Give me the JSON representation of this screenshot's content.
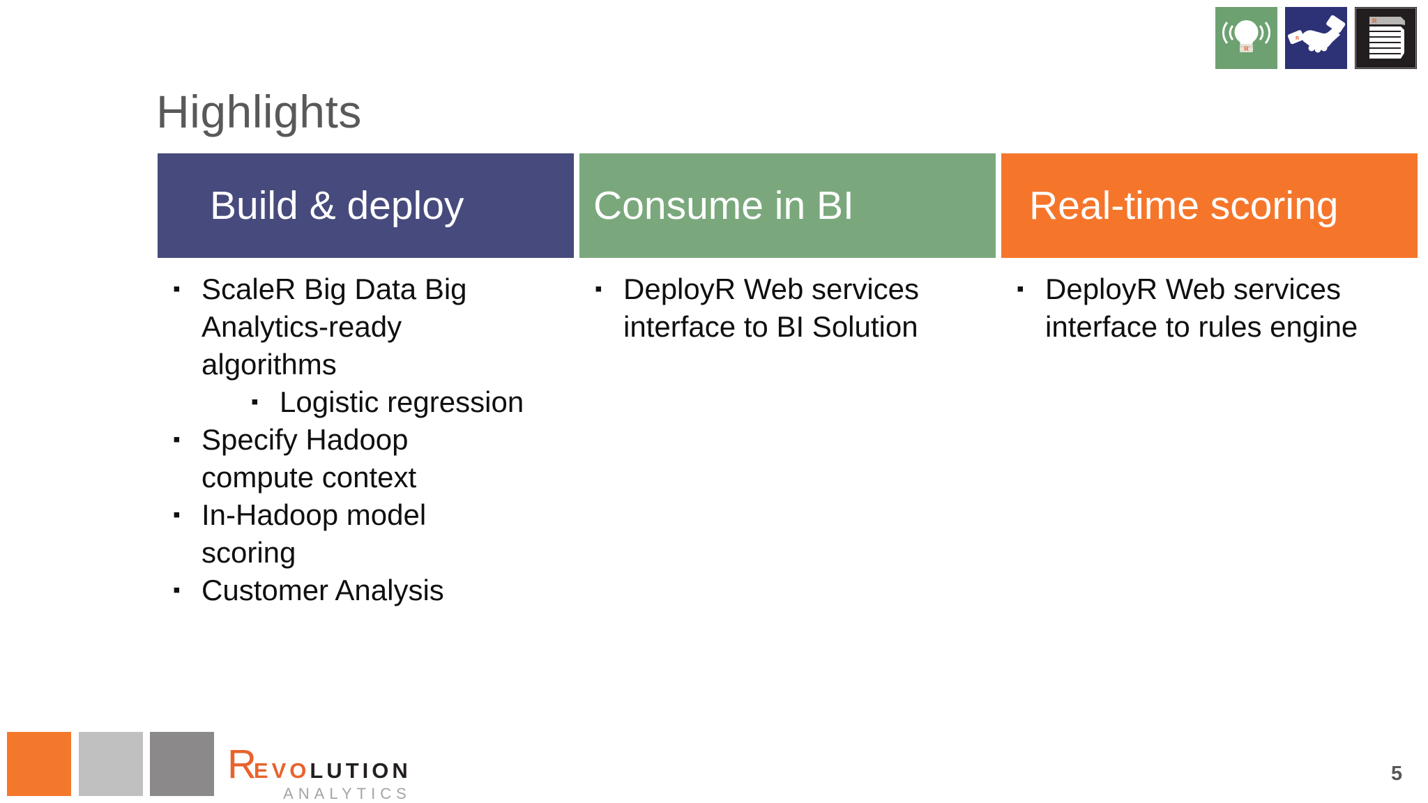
{
  "slide": {
    "title": "Highlights",
    "page_number": "5"
  },
  "bullet_char": "▪",
  "columns": [
    {
      "header": "Build & deploy",
      "color": "#474a7c",
      "items": [
        {
          "level": 1,
          "text": "ScaleR Big Data Big\nAnalytics-ready\nalgorithms"
        },
        {
          "level": 2,
          "text": "Logistic regression"
        },
        {
          "level": 1,
          "text": "Specify Hadoop\ncompute context"
        },
        {
          "level": 1,
          "text": "In-Hadoop model\nscoring"
        },
        {
          "level": 1,
          "text": "Customer Analysis"
        }
      ]
    },
    {
      "header": "Consume in BI",
      "color": "#7aa87c",
      "items": [
        {
          "level": 1,
          "text": "DeployR Web services\ninterface to BI Solution"
        }
      ]
    },
    {
      "header": "Real-time scoring",
      "color": "#f5762b",
      "items": [
        {
          "level": 1,
          "text": "DeployR Web services\ninterface to rules engine"
        }
      ]
    }
  ],
  "top_icons": [
    {
      "name": "idea-lightbulb",
      "bg": "#6da171",
      "badge": "R"
    },
    {
      "name": "handshake",
      "bg": "#2d3175"
    },
    {
      "name": "notes-stack",
      "bg": "#221e1f",
      "badge": "R"
    }
  ],
  "footer": {
    "squares": [
      "#f4782c",
      "#c1c0c0",
      "#8b898a"
    ],
    "logo": {
      "r": "R",
      "evo": "EV",
      "o": "O",
      "lution": "LUTION",
      "analytics": "ANALYTICS",
      "orange": "#e8632c",
      "dark": "#231f20",
      "gray": "#a5a3a4"
    }
  },
  "colors": {
    "title_gray": "#595959",
    "header_blue": "#474a7c",
    "header_green": "#7aa87c",
    "header_orange": "#f5762b",
    "body_text": "#0f0f0f"
  }
}
